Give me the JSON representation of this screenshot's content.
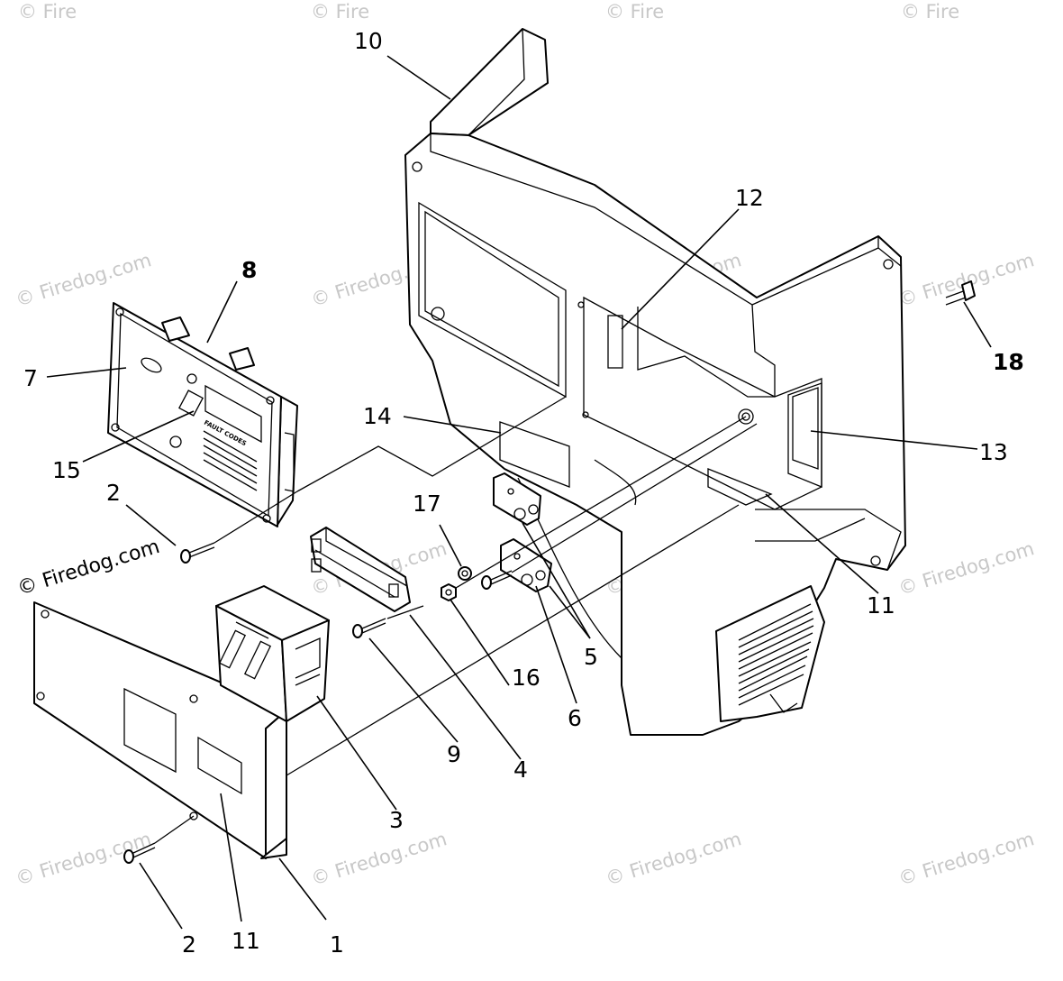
{
  "watermark": {
    "text": "© Firedog.com",
    "top_edge_text": "© Fire"
  },
  "callouts": {
    "c1": "1",
    "c2a": "2",
    "c2b": "2",
    "c3": "3",
    "c4": "4",
    "c5": "5",
    "c6": "6",
    "c7": "7",
    "c8": "8",
    "c9": "9",
    "c10": "10",
    "c11a": "11",
    "c11b": "11",
    "c12": "12",
    "c13": "13",
    "c14": "14",
    "c15": "15",
    "c16": "16",
    "c17": "17",
    "c18": "18"
  },
  "control_panel": {
    "heading": "FAULT CODES"
  }
}
